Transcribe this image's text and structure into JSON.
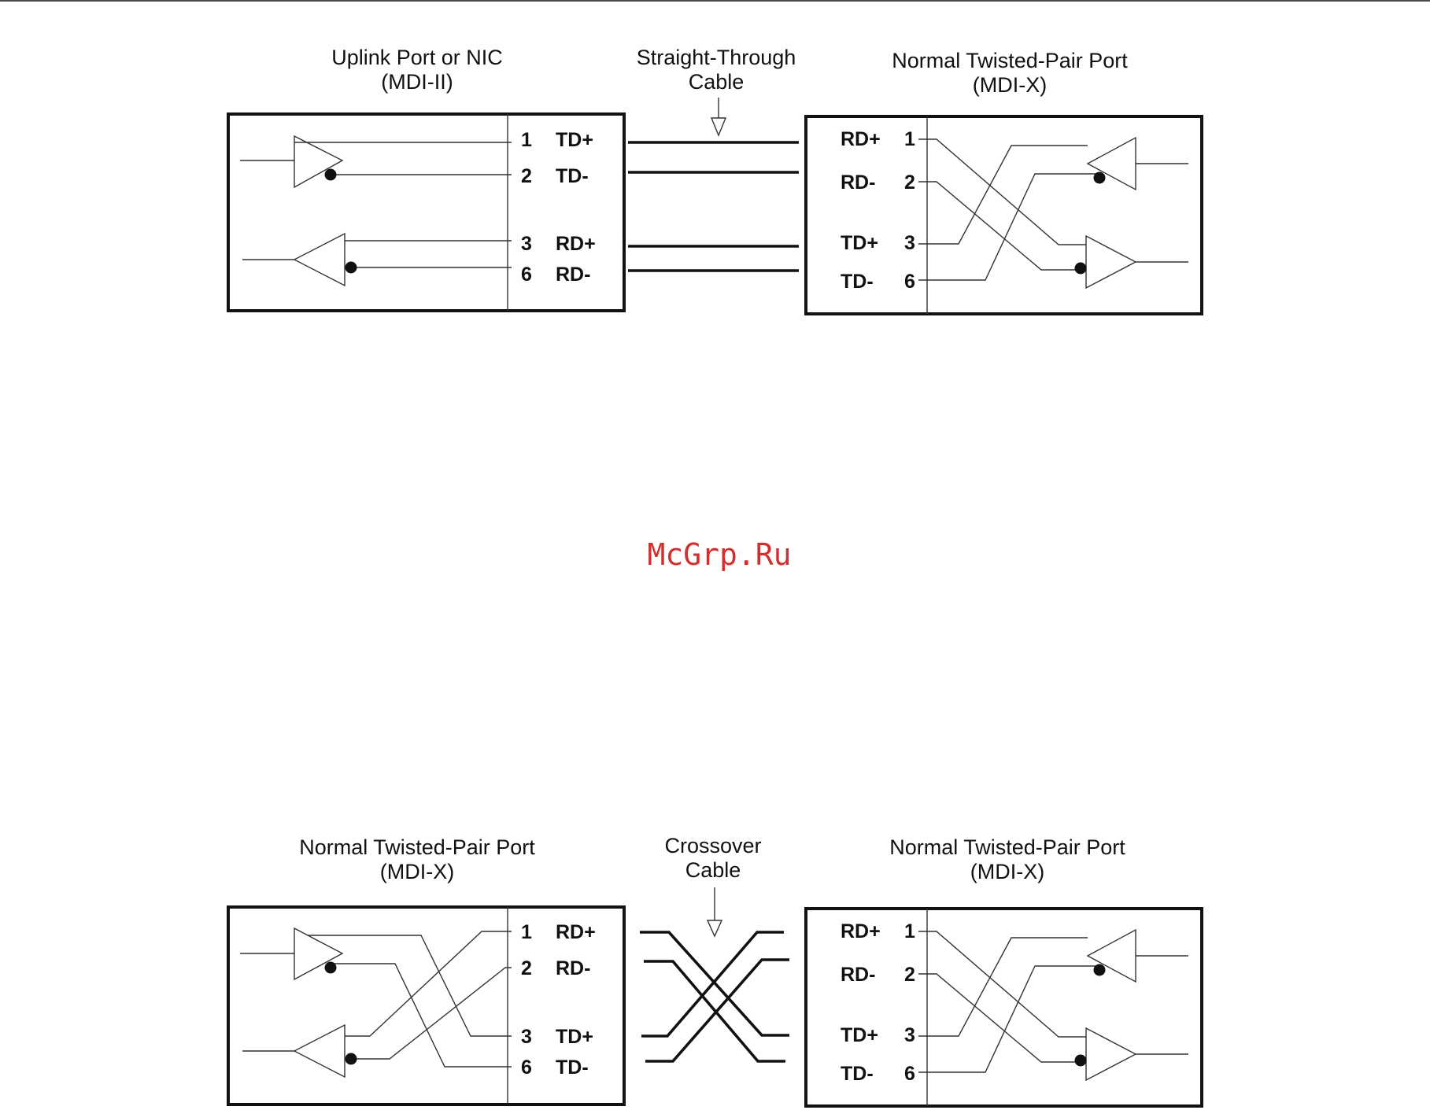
{
  "watermark": "McGrp.Ru",
  "colors": {
    "ink": "#111111",
    "watermark": "#d32f2f"
  },
  "top": {
    "left_port": {
      "title": "Uplink Port or NIC",
      "subtitle": "(MDI-II)",
      "pins": [
        {
          "num": "1",
          "sig": "TD+"
        },
        {
          "num": "2",
          "sig": "TD-"
        },
        {
          "num": "3",
          "sig": "RD+"
        },
        {
          "num": "6",
          "sig": "RD-"
        }
      ]
    },
    "cable": {
      "line1": "Straight-Through",
      "line2": "Cable"
    },
    "right_port": {
      "title": "Normal Twisted-Pair Port",
      "subtitle": "(MDI-X)",
      "pins": [
        {
          "num": "1",
          "sig": "RD+"
        },
        {
          "num": "2",
          "sig": "RD-"
        },
        {
          "num": "3",
          "sig": "TD+"
        },
        {
          "num": "6",
          "sig": "TD-"
        }
      ]
    }
  },
  "bottom": {
    "left_port": {
      "title": "Normal Twisted-Pair Port",
      "subtitle": "(MDI-X)",
      "pins": [
        {
          "num": "1",
          "sig": "RD+"
        },
        {
          "num": "2",
          "sig": "RD-"
        },
        {
          "num": "3",
          "sig": "TD+"
        },
        {
          "num": "6",
          "sig": "TD-"
        }
      ]
    },
    "cable": {
      "line1": "Crossover",
      "line2": "Cable"
    },
    "right_port": {
      "title": "Normal Twisted-Pair Port",
      "subtitle": "(MDI-X)",
      "pins": [
        {
          "num": "1",
          "sig": "RD+"
        },
        {
          "num": "2",
          "sig": "RD-"
        },
        {
          "num": "3",
          "sig": "TD+"
        },
        {
          "num": "6",
          "sig": "TD-"
        }
      ]
    }
  }
}
